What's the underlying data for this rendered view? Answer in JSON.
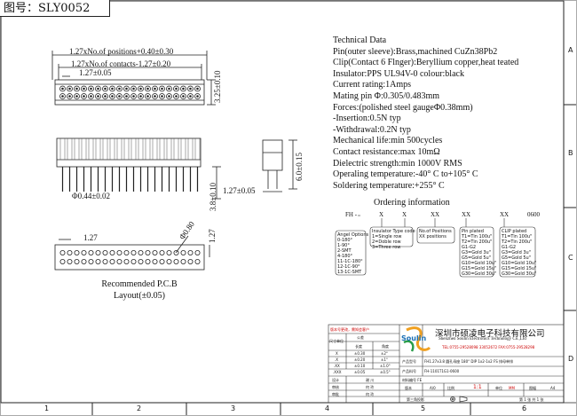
{
  "drawing_number": "图号：SLY0052",
  "dimensions": {
    "top_overall": "1.27xNo.of positions+0.40±0.30",
    "top_contacts": "1.27xNo.of contacts-1.27±0.20",
    "top_pitch": "1.27±0.05",
    "height_body": "3.25±0.10",
    "pin_diameter": "Φ0.44±0.02",
    "pin_length": "3.8±0.10",
    "side_height": "6.0±0.15",
    "row_pitch": "1.27±0.05",
    "pcb_pitch_x": "1.27",
    "pcb_pitch_y": "1.27",
    "pcb_hole": "Φ0.80"
  },
  "pcb_caption": [
    "Recommended   P.C.B",
    "Layout(±0.05)"
  ],
  "technical_data": [
    "Technical Data",
    "Pin(outer sleeve):Brass,machined CuZn38Pb2",
    "Clip(Contact 6 Flnger):Beryllium copper,heat teated",
    "Insulator:PPS UL94V-0 colour:black",
    "Current rating:1Amps",
    "Mating pin Φ:0.305/0.483mm",
    "Forces:(polished steel gaugeΦ0.38mm)",
    "-Insertion:0.5N typ",
    "-Withdrawal:0.2N typ",
    "Mechanical life:min 500cycles",
    "Contact resistance:max 10mΩ",
    "Dielectric strength:min 1000V RMS",
    "Operaling temperature:-40° C  to+105° C",
    "Soldering temperature:+255° C"
  ],
  "ordering": {
    "title": "Ordering information",
    "codes": [
      "FH -",
      "X",
      "X",
      "XX",
      "XX",
      "XX",
      "0600"
    ],
    "box_angel": [
      "Angel Options",
      "0-180°",
      "1-90°",
      "2-SMT",
      "4-180°",
      "11-1C-180°",
      "12-1C-90°",
      "13-1C-SMT"
    ],
    "box_insulator": [
      "Insulator Type code",
      "1=Single row",
      "2=Doble row",
      "3=Three row"
    ],
    "box_positions": [
      "No.of Positions",
      "XX positions"
    ],
    "box_pin": [
      "Pin plated",
      "T1=Tin 100u\"",
      "T2=Tin 200u\"",
      "G1-G2",
      "G3=Gold 3u\"",
      "G5=Gold 5u\"",
      "G10=Gold 10u\"",
      "G15=Gold 15u\"",
      "G30=Gold 30u\""
    ],
    "box_clip": [
      "CLIP plated",
      "T1=Tin 100u\"",
      "T2=Tin 200u\"",
      "G1-G2",
      "G3=Gold 3u\"",
      "G5=Gold 5u\"",
      "G10=Gold 10u\"",
      "G15=Gold 15u\"",
      "G30=Gold 30u\""
    ]
  },
  "zone_numbers": [
    "1",
    "2",
    "3",
    "4",
    "5",
    "6"
  ],
  "zone_letters": [
    "A",
    "B",
    "C",
    "D"
  ],
  "title_block": {
    "warning": "版本号更改，需知会客户",
    "tolerance_header": "公差",
    "units": "尺寸单位",
    "linear": "长度",
    "angle": "角度",
    "rows": [
      [
        "X",
        "±0.30",
        "±2°"
      ],
      [
        ".X",
        "±0.20",
        "±1°"
      ],
      [
        ".XX",
        "±0.10",
        "±1.0°"
      ],
      [
        ".XXX",
        "±0.05",
        "±0.5°"
      ]
    ],
    "design": "设计",
    "review": "审核",
    "approve": "审批",
    "names": [
      "谢 川",
      "何 玲",
      "何 玲"
    ],
    "company_cn": "深圳市硕凌电子科技有限公司",
    "company_en": "Shenzhen Soulin Electronics Technology Co.,Ltd",
    "company_tel": "TEL:0755-29528098 33052672  FAX:0755-29528298",
    "logo_text": "Soulin",
    "product_code_label": "产品型号",
    "product_code": "FH1.27x3.8 圆孔母座 180° DIP 1x2-1x2 FS 排母单排",
    "product_no_label": "产品料号",
    "product_no": "FH-1101T1G1-0600",
    "material": "材料编号 FE",
    "version_label": "版本",
    "version": "A/0",
    "scale_label": "比例",
    "scale": "1:1",
    "unit_label": "单位",
    "unit": "MM",
    "sheet_label": "图幅",
    "sheet": "A4",
    "angle_proj": "第三角投影",
    "page": "第 1 张 共 1 张"
  }
}
